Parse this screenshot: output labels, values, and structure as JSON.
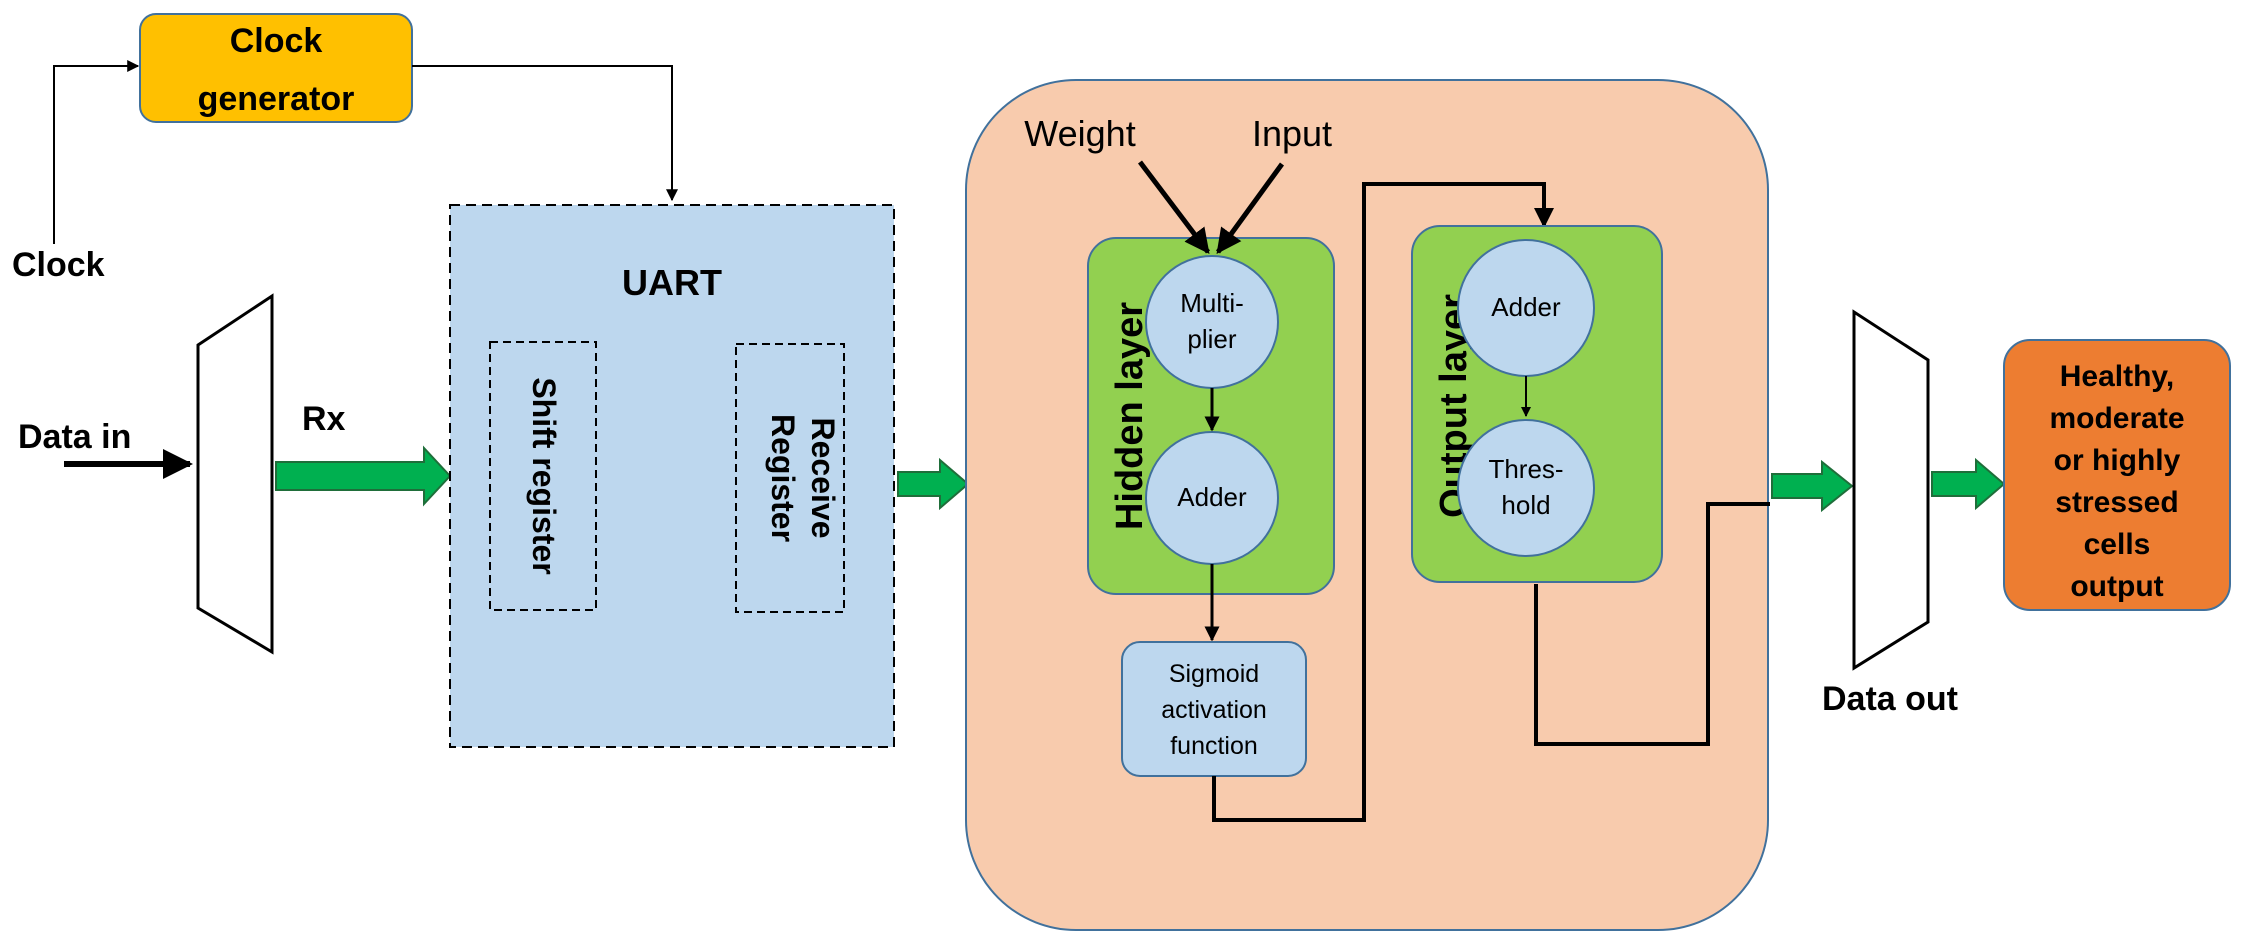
{
  "inputs": {
    "clock_label": "Clock",
    "data_in_label": "Data in",
    "rx_label": "Rx"
  },
  "clock_generator": {
    "line1": "Clock",
    "line2": "generator",
    "color": "#FFC000"
  },
  "uart": {
    "title": "UART",
    "shift_register": "Shift register",
    "receive_register_line1": "Receive",
    "receive_register_line2": "Register",
    "color": "#BDD7EE"
  },
  "neural_block": {
    "color": "#F8CBAD",
    "weight_label": "Weight",
    "input_label": "Input",
    "hidden_layer": {
      "title": "Hidden layer",
      "multiplier_line1": "Multi-",
      "multiplier_line2": "plier",
      "adder": "Adder",
      "color": "#92D050"
    },
    "sigmoid": {
      "line1": "Sigmoid",
      "line2": "activation",
      "line3": "function"
    },
    "output_layer": {
      "title": "Output layer",
      "adder": "Adder",
      "threshold_line1": "Thres-",
      "threshold_line2": "hold",
      "color": "#92D050"
    }
  },
  "output": {
    "data_out_label": "Data out",
    "result_line1": "Healthy,",
    "result_line2": "moderate",
    "result_line3": "or highly",
    "result_line4": "stressed",
    "result_line5": "cells",
    "result_line6": "output",
    "result_color": "#ED7D31"
  },
  "colors": {
    "arrow_green": "#00B050",
    "node_blue": "#BDD7EE",
    "outline_blue": "#41719C"
  }
}
